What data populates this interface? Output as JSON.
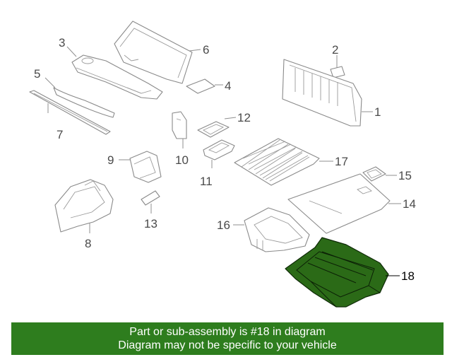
{
  "callouts": {
    "c1": "1",
    "c2": "2",
    "c3": "3",
    "c4": "4",
    "c5": "5",
    "c6": "6",
    "c7": "7",
    "c8": "8",
    "c9": "9",
    "c10": "10",
    "c11": "11",
    "c12": "12",
    "c13": "13",
    "c14": "14",
    "c15": "15",
    "c16": "16",
    "c17": "17",
    "c18": "18"
  },
  "highlight": {
    "part": "18",
    "color": "#2b6a17"
  },
  "banner": {
    "line1": "Part or sub-assembly is #18 in diagram",
    "line2": "Diagram may not be specific to your vehicle",
    "background": "#2e7d1e"
  }
}
